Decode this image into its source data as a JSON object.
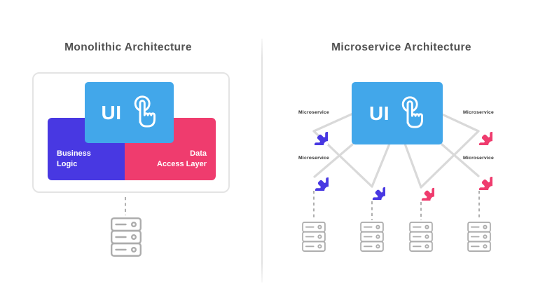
{
  "left": {
    "title": "Monolithic Architecture",
    "ui_label": "UI",
    "business_logic": {
      "line1": "Business",
      "line2": "Logic"
    },
    "data_access": {
      "line1": "Data",
      "line2": "Access Layer"
    }
  },
  "right": {
    "title": "Microservice Architecture",
    "ui_label": "UI",
    "gears": [
      {
        "id": "top-left",
        "label": "Microservice",
        "color": "blue"
      },
      {
        "id": "mid-left",
        "label": "Microservice",
        "color": "blue"
      },
      {
        "id": "bottom-center-left",
        "label": "",
        "color": "blue"
      },
      {
        "id": "bottom-center-right",
        "label": "",
        "color": "pink"
      },
      {
        "id": "top-right",
        "label": "Microservice",
        "color": "pink"
      },
      {
        "id": "mid-right",
        "label": "Microservice",
        "color": "pink"
      }
    ]
  },
  "colors": {
    "ui_box_blue": "#42A7EA",
    "business_logic_violet": "#4838E2",
    "data_access_pink": "#EF3C6E",
    "gear_blue": "#4838E2",
    "gear_pink": "#EF3C6E",
    "title_gray": "#515151",
    "label_dark": "#2F2F2F",
    "connector_gray": "#D9D9D9",
    "dash_gray": "#9B9B9B",
    "server_gray": "#ACACAC",
    "container_border": "#E4E4E4",
    "divider_gray": "#E2E2E2"
  }
}
